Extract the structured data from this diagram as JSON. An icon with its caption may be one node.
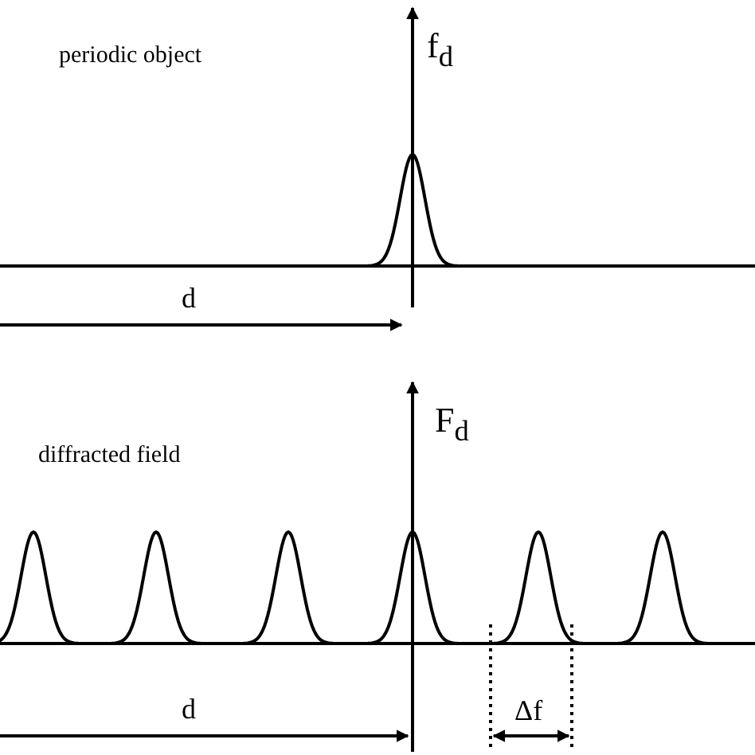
{
  "diagram": {
    "labels": [
      "periodic object",
      "f$_{d}$",
      "d",
      "diffracted field",
      "F$_{d}$",
      "d",
      "Δf"
    ]
  }
}
